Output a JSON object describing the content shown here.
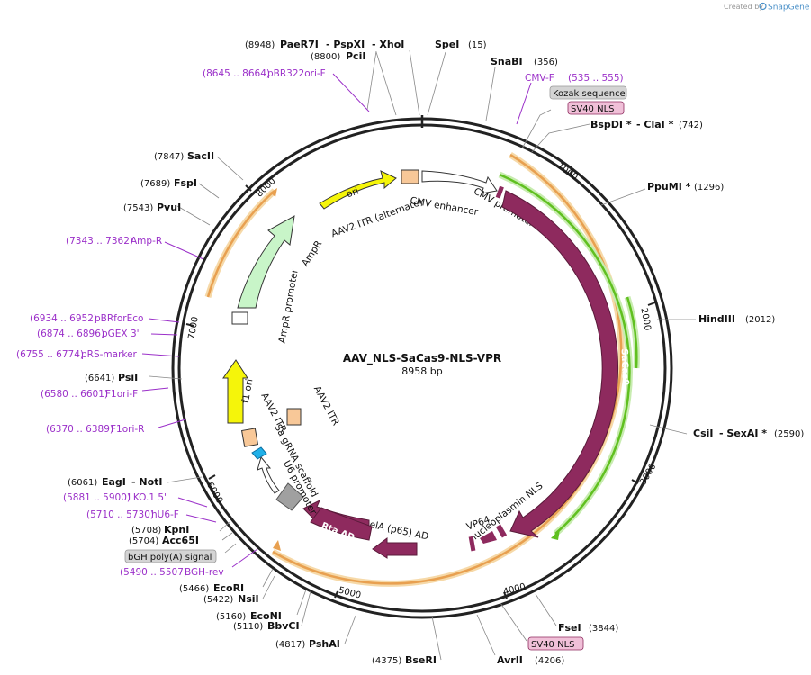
{
  "credit": {
    "prefix": "Created by",
    "brand": "SnapGene"
  },
  "plasmid": {
    "name": "AAV_NLS-SaCas9-NLS-VPR",
    "size": "8958 bp"
  },
  "ticks": [
    "1000",
    "2000",
    "3000",
    "4000",
    "5000",
    "6000",
    "7000",
    "8000"
  ],
  "labels": {
    "top_sites": {
      "pos8948": "(8948)",
      "paer7i": "PaeR7I",
      "pspxi": "- PspXI",
      "xhoi": "- XhoI",
      "spei": "SpeI",
      "pos15": "(15)",
      "pos8800": "(8800)",
      "pcii": "PciI"
    },
    "snabi": {
      "name": "SnaBI",
      "pos": "(356)"
    },
    "cmvf": {
      "name": "CMV-F",
      "pos": "(535 .. 555)"
    },
    "kozak": "Kozak sequence",
    "sv40_top": "SV40 NLS",
    "bspdi": {
      "name": "BspDI *",
      "clai": "- ClaI *",
      "pos": "(742)"
    },
    "ppumi": {
      "name": "PpuMI *",
      "pos": "(1296)"
    },
    "hindiii": {
      "name": "HindIII",
      "pos": "(2012)"
    },
    "csii": {
      "name": "CsiI",
      "sexai": "- SexAI *",
      "pos": "(2590)"
    },
    "fsei": {
      "name": "FseI",
      "pos": "(3844)"
    },
    "sv40_bottom": "SV40 NLS",
    "avrii": {
      "name": "AvrII",
      "pos": "(4206)"
    },
    "bseri": {
      "pos": "(4375)",
      "name": "BseRI"
    },
    "pshai": {
      "pos": "(4817)",
      "name": "PshAI"
    },
    "bbvci": {
      "pos": "(5110)",
      "name": "BbvCI"
    },
    "econi": {
      "pos": "(5160)",
      "name": "EcoNI"
    },
    "nsii": {
      "pos": "(5422)",
      "name": "NsiI"
    },
    "ecori": {
      "pos": "(5466)",
      "name": "EcoRI"
    },
    "bghrev": {
      "pos": "(5490 .. 5507)",
      "name": "BGH-rev"
    },
    "bgh_polya": "bGH poly(A) signal",
    "acc65i": {
      "pos": "(5704)",
      "name": "Acc65I"
    },
    "kpni": {
      "pos": "(5708)",
      "name": "KpnI"
    },
    "hu6f": {
      "pos": "(5710 .. 5730)",
      "name": "hU6-F"
    },
    "lko": {
      "pos": "(5881 .. 5900)",
      "name": "LKO.1 5'"
    },
    "eagi": {
      "pos": "(6061)",
      "name": "EagI",
      "noti": "- NotI"
    },
    "f1orir": {
      "pos": "(6370 .. 6389)",
      "name": "F1ori-R"
    },
    "f1orif": {
      "pos": "(6580 .. 6601)",
      "name": "F1ori-F"
    },
    "psii": {
      "pos": "(6641)",
      "name": "PsiI"
    },
    "prs": {
      "pos": "(6755 .. 6774)",
      "name": "pRS-marker"
    },
    "pgex": {
      "pos": "(6874 .. 6896)",
      "name": "pGEX 3'"
    },
    "pbrfor": {
      "pos": "(6934 .. 6952)",
      "name": "pBRforEco"
    },
    "ampr_primer": {
      "pos": "(7343 .. 7362)",
      "name": "Amp-R"
    },
    "pvui": {
      "pos": "(7543)",
      "name": "PvuI"
    },
    "fspi": {
      "pos": "(7689)",
      "name": "FspI"
    },
    "sacii": {
      "pos": "(7847)",
      "name": "SacII"
    },
    "pbr322": {
      "pos": "(8645 .. 8664)",
      "name": "pBR322ori-F"
    }
  },
  "features": {
    "ori": "ori",
    "aav2_itr_alt": "AAV2 ITR (alternate)",
    "cmv_enhancer": "CMV enhancer",
    "cmv_promoter": "CMV promoter",
    "saCas9": "SaCas9",
    "nucleoplasmin": "nucleoplasmin NLS",
    "vp64": "VP64",
    "rela": "RelA (p65) AD",
    "rta": "Rta AD",
    "u6": "U6 promoter",
    "sgrna": "Sa gRNA scaffold",
    "aav2_itr_a": "AAV2 ITR",
    "aav2_itr_b": "AAV2 ITR",
    "f1ori": "f1 ori",
    "ampr_promoter": "AmpR promoter",
    "ampr": "AmpR"
  },
  "colors": {
    "backbone": "#222222",
    "cds_maroon": "#8e2a5e",
    "ori_yellow": "#f5f50a",
    "ampr_green": "#c8f5c8",
    "itr_orange": "#f8c898",
    "orf_orange": "#e8a050",
    "orf_green": "#60c020",
    "primer_purple": "#9b30c9",
    "u6_gray": "#a0a0a0",
    "sgrna_cyan": "#20b0e8"
  }
}
